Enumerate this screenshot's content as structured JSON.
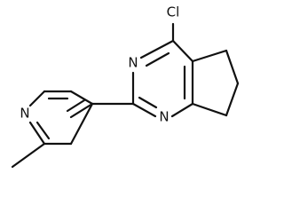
{
  "molecule": {
    "atoms": {
      "chlorine": "Cl",
      "pyrimidine_n_top": "N",
      "pyrimidine_n_bottom": "N",
      "pyridine_n": "N"
    },
    "colors": {
      "bond": "#111111",
      "label": "#111111",
      "background": "#ffffff"
    }
  }
}
